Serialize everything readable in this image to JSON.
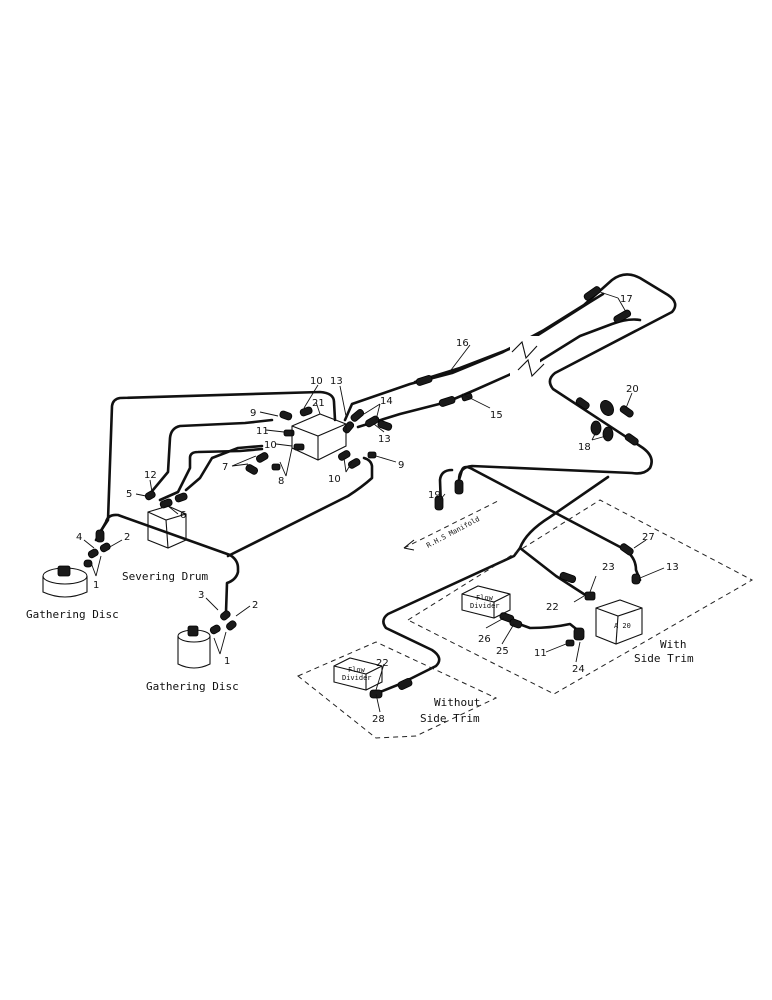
{
  "callouts": [
    "1",
    "1",
    "2",
    "2",
    "3",
    "4",
    "5",
    "6",
    "7",
    "8",
    "9",
    "9",
    "10",
    "10",
    "10",
    "11",
    "11",
    "12",
    "13",
    "13",
    "13",
    "14",
    "15",
    "16",
    "17",
    "18",
    "19",
    "20",
    "21",
    "22",
    "22",
    "23",
    "24",
    "25",
    "26",
    "27",
    "28"
  ],
  "labels": {
    "gathering_disc_left": "Gathering Disc",
    "gathering_disc_right": "Gathering Disc",
    "severing_drum": "Severing Drum",
    "rhs_manifold": "R.H.S Manifold",
    "without_side_trim_1": "Without",
    "without_side_trim_2": "Side Trim",
    "with_side_trim_1": "With",
    "with_side_trim_2": "Side Trim",
    "flow_divider_1a": "Flow",
    "flow_divider_1b": "Divider",
    "flow_divider_2a": "Flow",
    "flow_divider_2b": "Divider",
    "port_a20": "A 20"
  }
}
